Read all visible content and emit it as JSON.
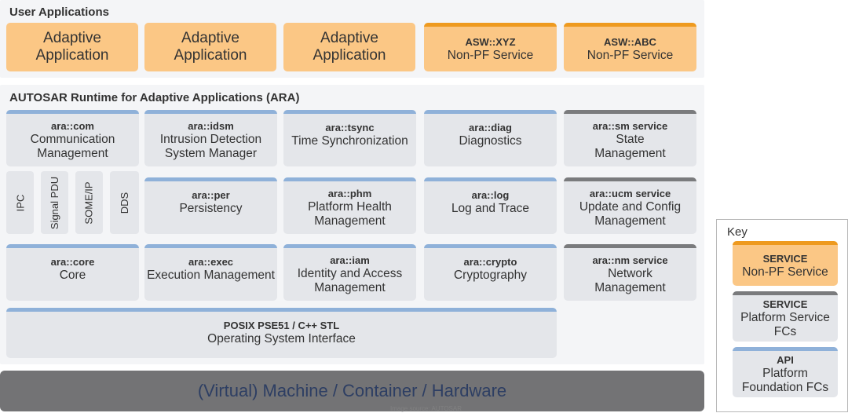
{
  "user_apps": {
    "title": "User Applications",
    "adaptive": [
      {
        "line1": "Adaptive",
        "line2": "Application"
      },
      {
        "line1": "Adaptive",
        "line2": "Application"
      },
      {
        "line1": "Adaptive",
        "line2": "Application"
      }
    ],
    "services": [
      {
        "api": "ASW::XYZ",
        "label": "Non-PF Service"
      },
      {
        "api": "ASW::ABC",
        "label": "Non-PF Service"
      }
    ]
  },
  "ara": {
    "title": "AUTOSAR Runtime for Adaptive Applications (ARA)",
    "com": {
      "api": "ara::com",
      "line1": "Communication",
      "line2": "Management"
    },
    "idsm": {
      "api": "ara::idsm",
      "line1": "Intrusion Detection",
      "line2": "System Manager"
    },
    "tsync": {
      "api": "ara::tsync",
      "line1": "Time Synchronization"
    },
    "diag": {
      "api": "ara::diag",
      "line1": "Diagnostics"
    },
    "sm": {
      "api": "ara::sm service",
      "line1": "State",
      "line2": "Management"
    },
    "protocols": [
      "IPC",
      "Signal PDU",
      "SOME/IP",
      "DDS"
    ],
    "per": {
      "api": "ara::per",
      "line1": "Persistency"
    },
    "phm": {
      "api": "ara::phm",
      "line1": "Platform Health",
      "line2": "Management"
    },
    "log": {
      "api": "ara::log",
      "line1": "Log and Trace"
    },
    "ucm": {
      "api": "ara::ucm service",
      "line1": "Update and Config",
      "line2": "Management"
    },
    "core": {
      "api": "ara::core",
      "line1": "Core"
    },
    "exec": {
      "api": "ara::exec",
      "line1": "Execution Management"
    },
    "iam": {
      "api": "ara::iam",
      "line1": "Identity and Access",
      "line2": "Management"
    },
    "crypto": {
      "api": "ara::crypto",
      "line1": "Cryptography"
    },
    "nm": {
      "api": "ara::nm service",
      "line1": "Network",
      "line2": "Management"
    },
    "posix": {
      "api": "POSIX PSE51 / C++ STL",
      "line1": "Operating System Interface"
    }
  },
  "hardware": {
    "label": "(Virtual) Machine / Container / Hardware",
    "credit": "Image source: AUTOSAR"
  },
  "key": {
    "title": "Key",
    "items": [
      {
        "head": "SERVICE",
        "line1": "Non-PF Service",
        "line2": ""
      },
      {
        "head": "SERVICE",
        "line1": "Platform Service",
        "line2": "FCs"
      },
      {
        "head": "API",
        "line1": "Platform",
        "line2": "Foundation FCs"
      }
    ]
  },
  "colors": {
    "orange_fill": "#fbc785",
    "orange_bar": "#ee9a1f",
    "grey_fill": "#e4e6ea",
    "blue_bar": "#8fb1d9",
    "grey_bar": "#7a7b7d",
    "hardware": "#737375",
    "hardware_text": "#2d3e63"
  }
}
